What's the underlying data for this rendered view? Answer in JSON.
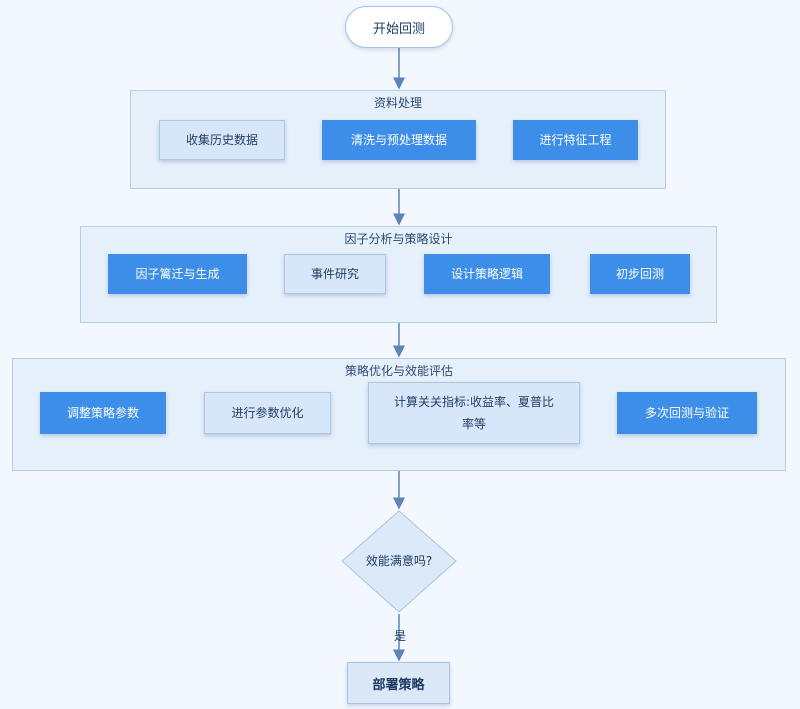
{
  "start": "开始回测",
  "stages": [
    {
      "title": "资料处理",
      "steps": [
        {
          "label": "收集历史数据",
          "style": "light"
        },
        {
          "label": "清洗与预处理数据",
          "style": "dark"
        },
        {
          "label": "进行特征工程",
          "style": "dark"
        }
      ]
    },
    {
      "title": "因子分析与策略设计",
      "steps": [
        {
          "label": "因子篱迁与生成",
          "style": "dark"
        },
        {
          "label": "事件研究",
          "style": "light"
        },
        {
          "label": "设计策略逻辑",
          "style": "dark"
        },
        {
          "label": "初步回测",
          "style": "dark"
        }
      ]
    },
    {
      "title": "策略优化与效能评估",
      "steps": [
        {
          "label": "调整策略参数",
          "style": "dark"
        },
        {
          "label": "进行参数优化",
          "style": "light"
        },
        {
          "label": "计算关关指标:收益率、夏普比率等",
          "style": "light"
        },
        {
          "label": "多次回测与验证",
          "style": "dark"
        }
      ]
    }
  ],
  "decision": "效能满意吗?",
  "yes_label": "是",
  "end": "部署策略",
  "colors": {
    "dark_node": "#3d8ee8",
    "light_node": "#d7e6f8",
    "arrow": "#5b84b8"
  }
}
